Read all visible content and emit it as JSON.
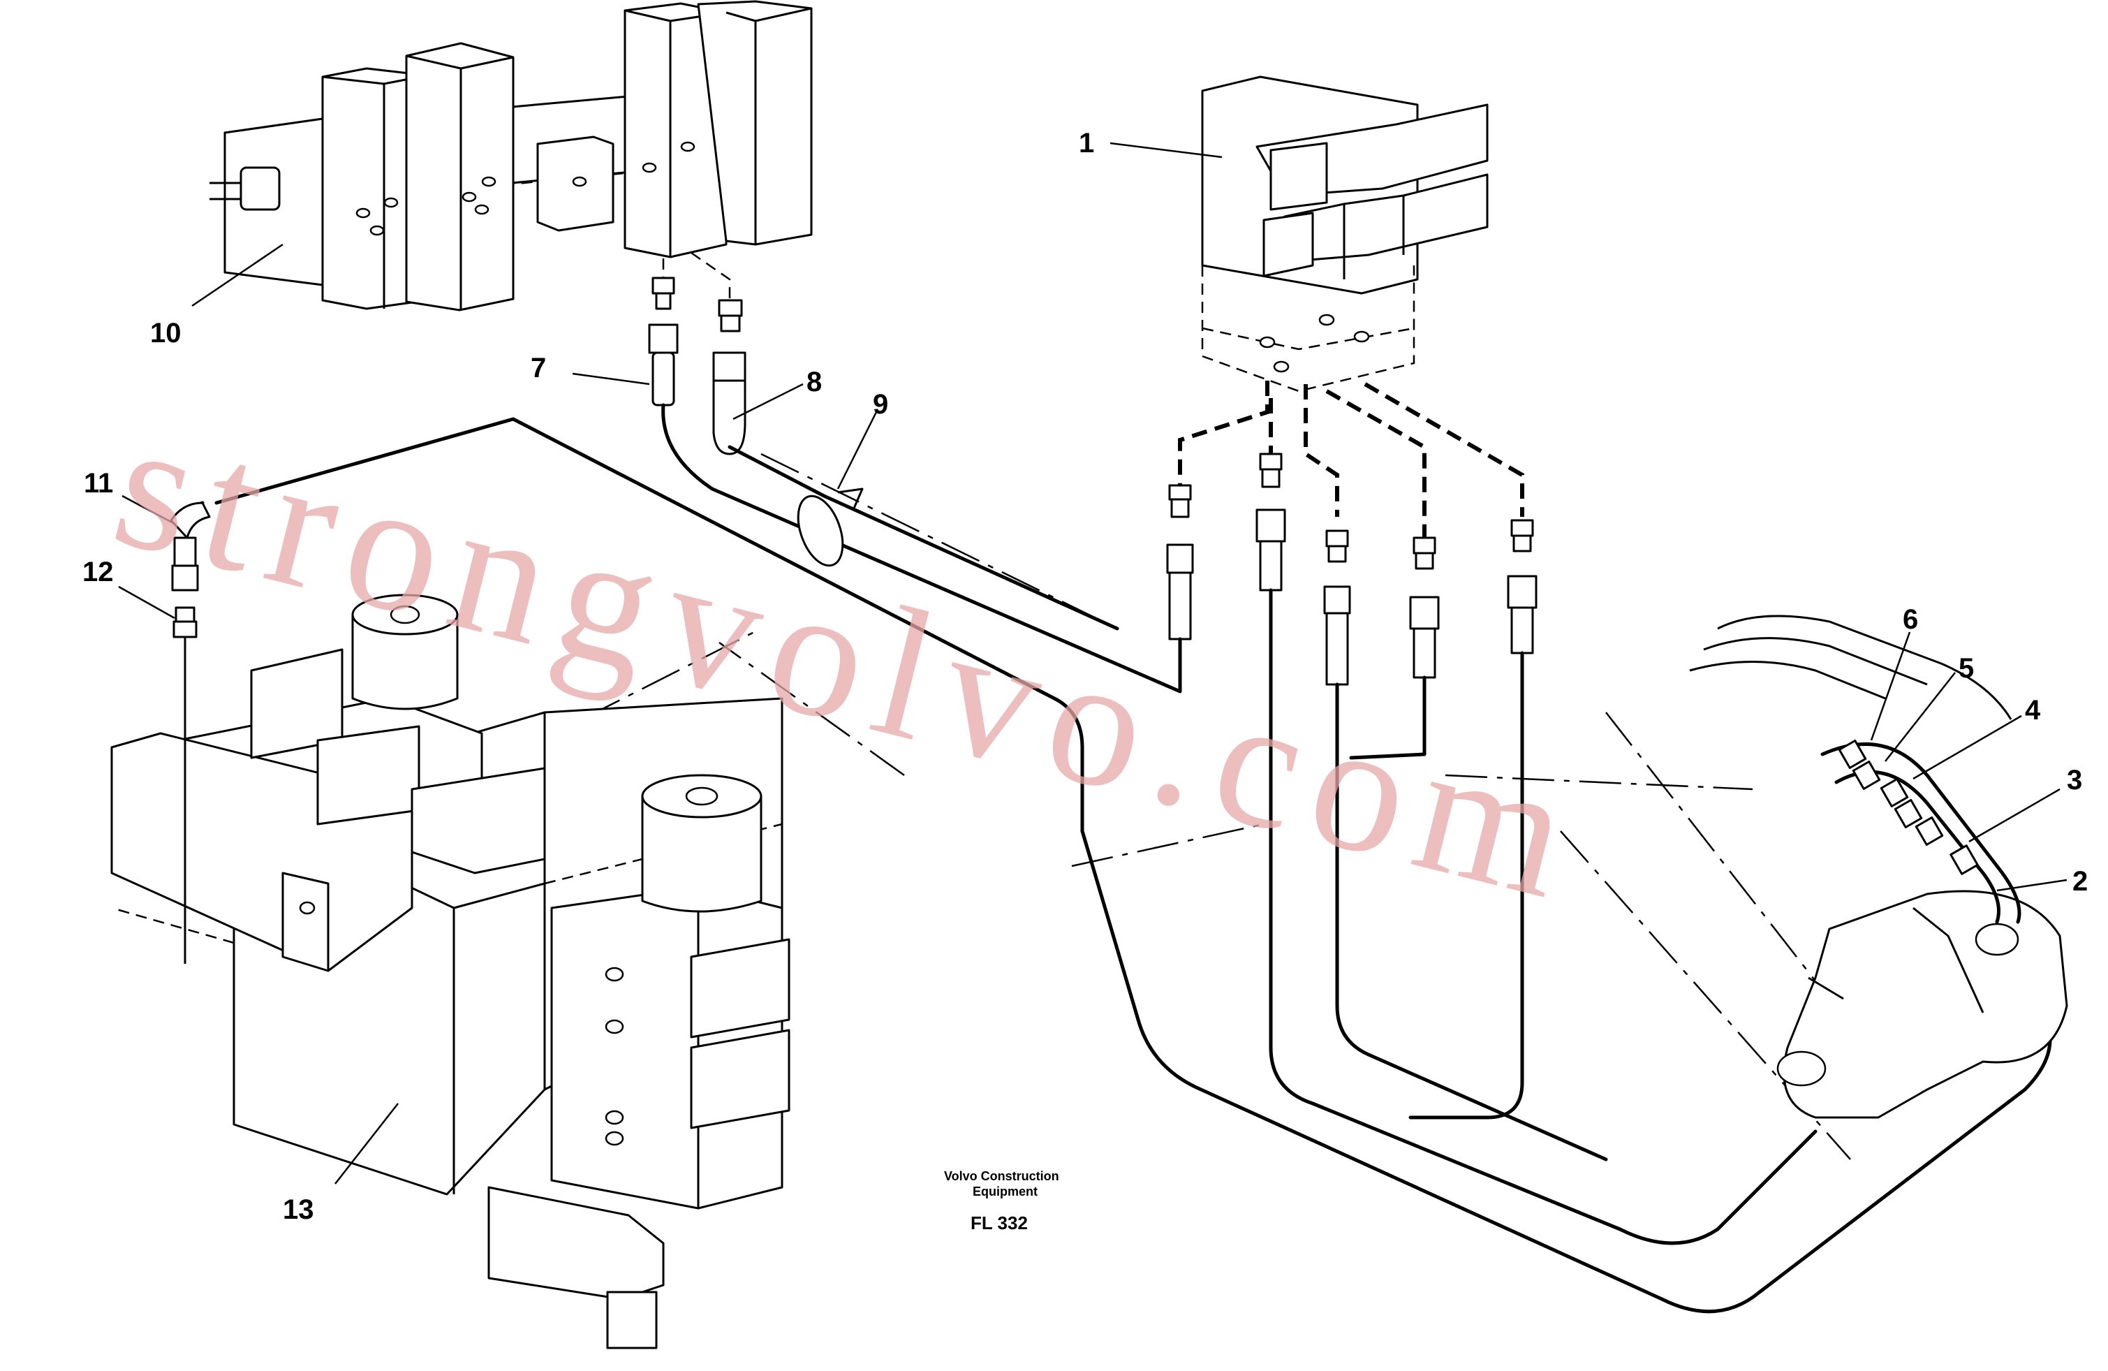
{
  "watermark": "strongvolvo.com",
  "caption": {
    "line1": "Volvo Construction",
    "line2": "Equipment",
    "figure_code": "FL 332"
  },
  "callouts": [
    "1",
    "2",
    "3",
    "4",
    "5",
    "6",
    "7",
    "8",
    "9",
    "10",
    "11",
    "12",
    "13"
  ],
  "colors": {
    "line": "#000000",
    "background": "#ffffff",
    "watermark": "#e8a9a9"
  }
}
